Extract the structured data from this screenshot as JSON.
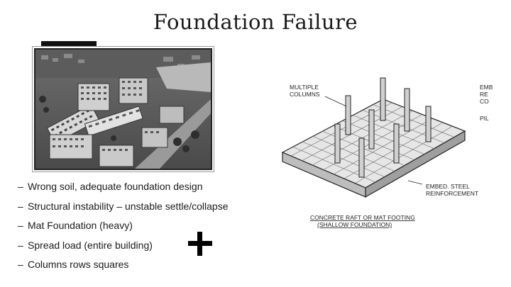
{
  "slide": {
    "title": "Foundation Failure",
    "bullets": [
      "Wrong soil, adequate foundation design",
      "Structural instability – unstable settle/collapse",
      "Mat Foundation (heavy)",
      "Spread load (entire building)",
      "Columns rows squares"
    ],
    "bullet_marker": "–"
  },
  "diagram": {
    "label_columns_1": "MULTIPLE",
    "label_columns_2": "COLUMNS",
    "label_steel_1": "EMBED. STEEL",
    "label_steel_2": "REINFORCEMENT",
    "caption_1": "CONCRETE RAFT OR MAT FOOTING",
    "caption_2": "(SHALLOW FOUNDATION)",
    "cut_label_1": "EMB",
    "cut_label_2": "RE",
    "cut_label_3": "CO",
    "cut_label_4": "PIL"
  },
  "icons": {
    "plus": "plus-icon"
  }
}
